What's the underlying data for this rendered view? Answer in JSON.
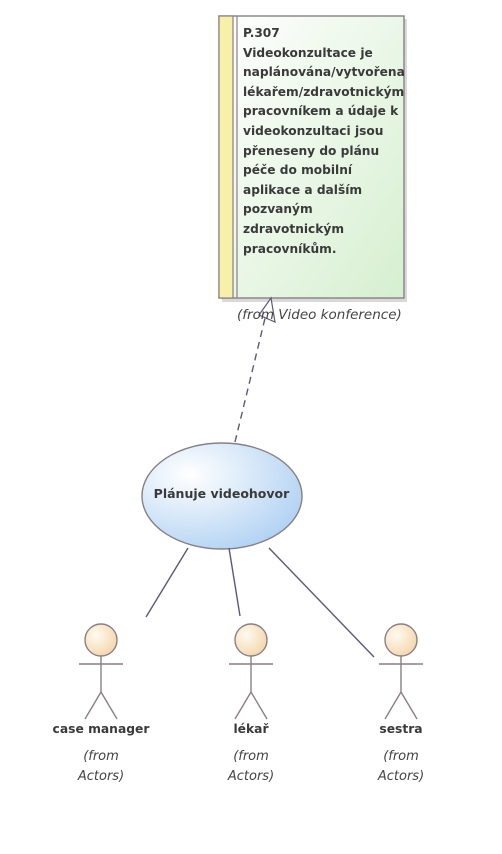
{
  "requirement": {
    "text": "P.307\nVideokonzultace je naplánována/vytvořena lékařem/zdravotnickým pracovníkem a údaje k videokonzultaci jsou přeneseny do plánu péče do mobilní aplikace a dalším pozvaným zdravotnickým pracovníkům.",
    "from": "(from Video konference)"
  },
  "use_case": {
    "label": "Plánuje videohovor"
  },
  "actors": [
    {
      "name": "case manager",
      "from_line1": "(from",
      "from_line2": "Actors)"
    },
    {
      "name": "lékař",
      "from_line1": "(from",
      "from_line2": "Actors)"
    },
    {
      "name": "sestra",
      "from_line1": "(from",
      "from_line2": "Actors)"
    }
  ],
  "colors": {
    "note_fill_start": "#ffffff",
    "note_fill_end": "#d8f0d2",
    "note_stripe": "#f7f0a8",
    "note_border": "#8a7f84",
    "usecase_fill_start": "#ffffff",
    "usecase_fill_end": "#a9cdf2",
    "actor_fill": "#f7dfb9",
    "line": "#5a5a78"
  }
}
